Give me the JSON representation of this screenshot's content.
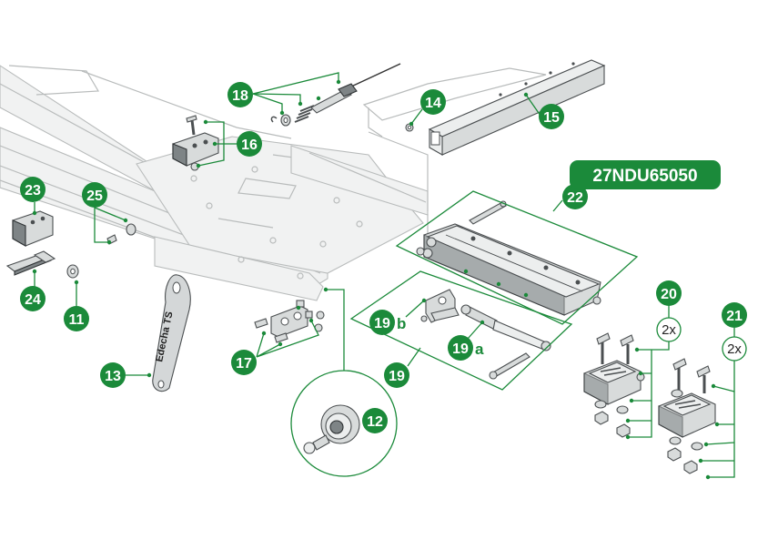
{
  "product_code": "27NDU65050",
  "callouts": {
    "c11": "11",
    "c12": "12",
    "c13": "13",
    "c14": "14",
    "c15": "15",
    "c16": "16",
    "c17": "17",
    "c18": "18",
    "c19": "19",
    "c19a_num": "19",
    "c19a_suffix": "a",
    "c19b_num": "19",
    "c19b_suffix": "b",
    "c20": "20",
    "c21": "21",
    "c22": "22",
    "c23": "23",
    "c24": "24",
    "c25": "25"
  },
  "quantities": {
    "q20": "2x",
    "q21": "2x"
  },
  "strap_label": "Edecha TS",
  "colors": {
    "accent": "#1b8a3a",
    "ghost": "#b9bcbc",
    "part": "#d8dbdb"
  }
}
